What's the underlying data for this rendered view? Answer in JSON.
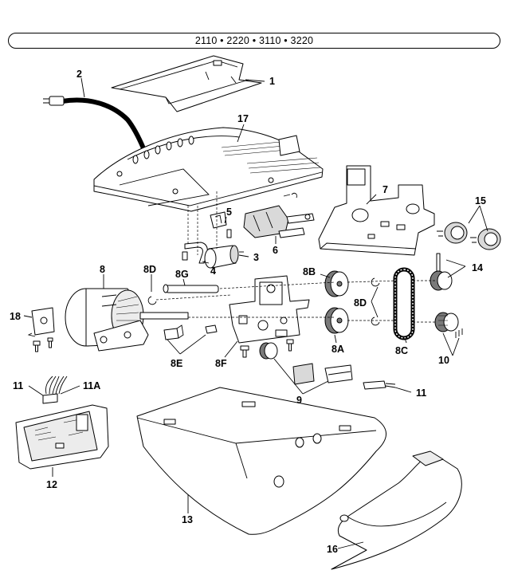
{
  "header": {
    "models": "2110 • 2220 • 3110 • 3220"
  },
  "labels": {
    "p1": "1",
    "p2": "2",
    "p3": "3",
    "p4": "4",
    "p5": "5",
    "p6": "6",
    "p7": "7",
    "p8": "8",
    "p8a": "8A",
    "p8b": "8B",
    "p8c": "8C",
    "p8d_left": "8D",
    "p8d_right": "8D",
    "p8e": "8E",
    "p8f": "8F",
    "p8g": "8G",
    "p9": "9",
    "p10": "10",
    "p11_left": "11",
    "p11_right": "11",
    "p11a": "11A",
    "p12": "12",
    "p13": "13",
    "p14": "14",
    "p15": "15",
    "p16": "16",
    "p17": "17",
    "p18": "18"
  }
}
